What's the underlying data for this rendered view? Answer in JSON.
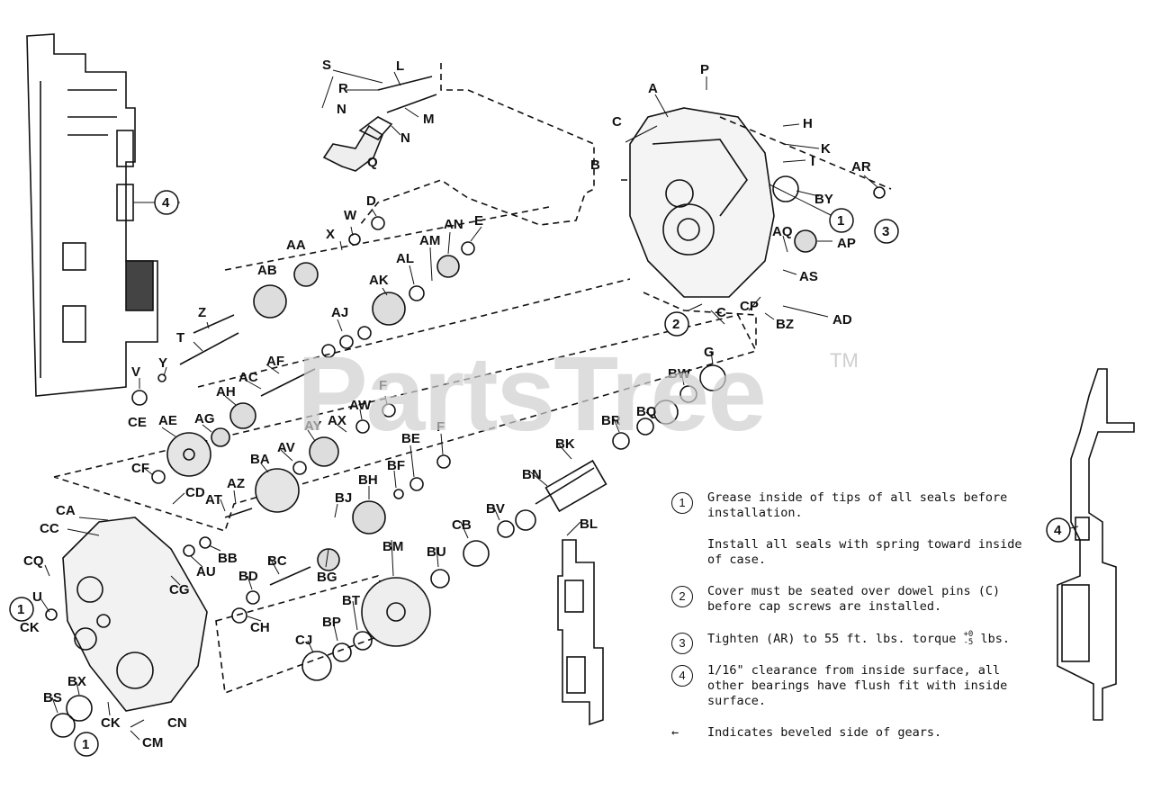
{
  "watermark": {
    "text": "PartsTree",
    "tm": "TM"
  },
  "notes": [
    {
      "num": "1",
      "text": "Grease inside of tips of all seals before installation."
    },
    {
      "num": "",
      "text": "Install all seals with spring toward inside of case."
    },
    {
      "num": "2",
      "text": "Cover must be seated over dowel pins (C) before cap screws are installed."
    },
    {
      "num": "3",
      "text_before": "Tighten (AR) to 55 ft. lbs. torque",
      "tol_plus": "+0",
      "tol_minus": "-5",
      "text_after": "lbs."
    },
    {
      "num": "4",
      "text": "1/16\" clearance from inside surface, all other bearings have flush fit with inside surface."
    },
    {
      "num": "←",
      "text": "Indicates beveled side of gears."
    }
  ],
  "callouts": [
    "1",
    "2",
    "3",
    "4"
  ],
  "part_labels": [
    "S",
    "L",
    "R",
    "N",
    "M",
    "N",
    "Q",
    "P",
    "A",
    "C",
    "H",
    "K",
    "B",
    "I",
    "AR",
    "BY",
    "AP",
    "AQ",
    "AS",
    "AD",
    "BZ",
    "CP",
    "C",
    "X",
    "W",
    "D",
    "AA",
    "AB",
    "AN",
    "E",
    "AM",
    "AL",
    "AK",
    "Z",
    "T",
    "AJ",
    "Y",
    "V",
    "AF",
    "AC",
    "AH",
    "AW",
    "F",
    "AX",
    "AY",
    "AE",
    "AG",
    "AV",
    "BA",
    "BE",
    "F",
    "BF",
    "CE",
    "CF",
    "CD",
    "AT",
    "AZ",
    "BH",
    "BJ",
    "CA",
    "CC",
    "CQ",
    "U",
    "CK",
    "BB",
    "AU",
    "CG",
    "BD",
    "CH",
    "BC",
    "BG",
    "BM",
    "BU",
    "CB",
    "BV",
    "BN",
    "BL",
    "BK",
    "BR",
    "BQ",
    "BW",
    "G",
    "CJ",
    "BP",
    "BT",
    "BX",
    "BS",
    "CK",
    "CN",
    "CM"
  ]
}
